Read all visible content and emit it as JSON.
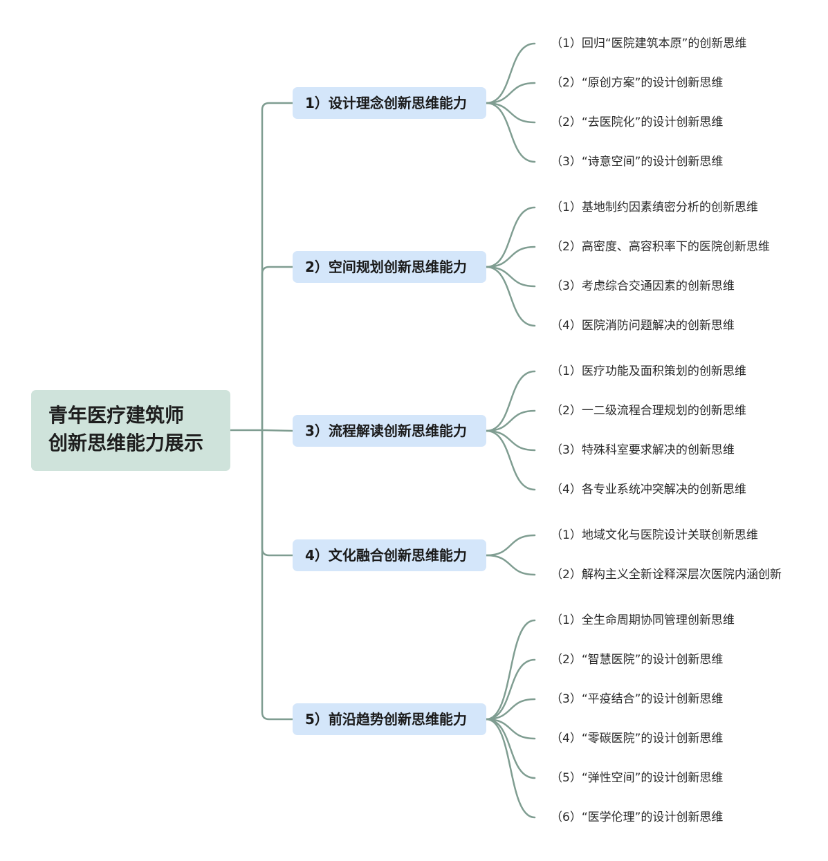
{
  "root": {
    "line1": "青年医疗建筑师",
    "line2": "创新思维能力展示"
  },
  "branches": [
    {
      "label": "1）设计理念创新思维能力",
      "leaves": [
        "（1）回归“医院建筑本原”的创新思维",
        "（2）“原创方案”的设计创新思维",
        "（2）“去医院化”的设计创新思维",
        "（3）“诗意空间”的设计创新思维"
      ]
    },
    {
      "label": "2）空间规划创新思维能力",
      "leaves": [
        "（1）基地制约因素缜密分析的创新思维",
        "（2）高密度、高容积率下的医院创新思维",
        "（3）考虑综合交通因素的创新思维",
        "（4）医院消防问题解决的创新思维"
      ]
    },
    {
      "label": "3）流程解读创新思维能力",
      "leaves": [
        "（1）医疗功能及面积策划的创新思维",
        "（2）一二级流程合理规划的创新思维",
        "（3）特殊科室要求解决的创新思维",
        "（4）各专业系统冲突解决的创新思维"
      ]
    },
    {
      "label": "4）文化融合创新思维能力",
      "leaves": [
        "（1）地域文化与医院设计关联创新思维",
        "（2）解构主义全新诠释深层次医院内涵创新"
      ]
    },
    {
      "label": "5）前沿趋势创新思维能力",
      "leaves": [
        "（1）全生命周期协同管理创新思维",
        "（2）“智慧医院”的设计创新思维",
        "（3）“平疫结合”的设计创新思维",
        "（4）“零碳医院”的设计创新思维",
        "（5）“弹性空间”的设计创新思维",
        "（6）“医学伦理”的设计创新思维"
      ]
    }
  ],
  "colors": {
    "root_fill": "#cfe3db",
    "branch_fill": "#d4e6fa",
    "connector": "#7f9d91"
  }
}
